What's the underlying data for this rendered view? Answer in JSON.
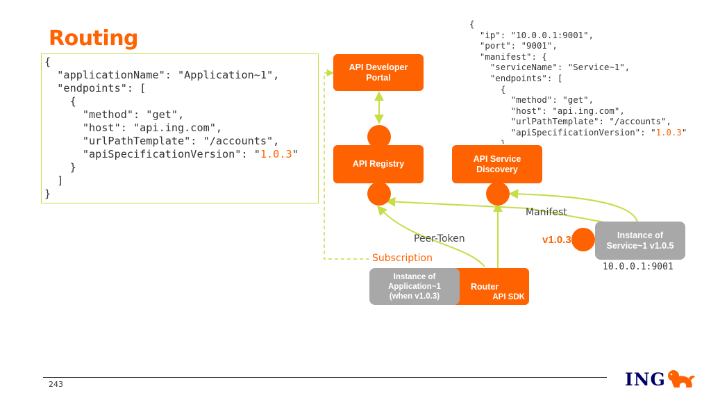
{
  "title": "Routing",
  "left_code": {
    "lines_before": "{\n  \"applicationName\": \"Application~1\",\n  \"endpoints\": [\n    {\n      \"method\": \"get\",\n      \"host\": \"api.ing.com\",\n      \"urlPathTemplate\": \"/accounts\",\n      \"apiSpecificationVersion\": \"",
    "highlight": "1.0.3",
    "lines_after": "\"\n    }\n  ]\n}"
  },
  "right_code": {
    "lines_before": "{\n  \"ip\": \"10.0.0.1:9001\",\n  \"port\": \"9001\",\n  \"manifest\": {\n    \"serviceName\": \"Service~1\",\n    \"endpoints\": [\n      {\n        \"method\": \"get\",\n        \"host\": \"api.ing.com\",\n        \"urlPathTemplate\": \"/accounts\",\n        \"apiSpecificationVersion\": \"",
    "highlight": "1.0.3",
    "lines_after": "\"\n      }"
  },
  "nodes": {
    "developer_portal": "API Developer\nPortal",
    "registry": "API Registry",
    "service_discovery": "API Service\nDiscovery",
    "service_instance": "Instance of\nService~1 v1.0.5",
    "app_instance": "Instance of\nApplication~1\n(when v1.0.3)",
    "router": "Router",
    "api_sdk": "API SDK"
  },
  "labels": {
    "manifest": "Manifest",
    "peer_token": "Peer-Token",
    "subscription": "Subscription",
    "version": "v1.0.3",
    "ip": "10.0.0.1:9001"
  },
  "footer": {
    "page_number": "243",
    "logo_text": "ING"
  },
  "colors": {
    "ing_orange": "#FF6200",
    "instance_grey": "#A8A8A8",
    "connector_green": "#C8DC46",
    "logo_navy": "#000066"
  }
}
